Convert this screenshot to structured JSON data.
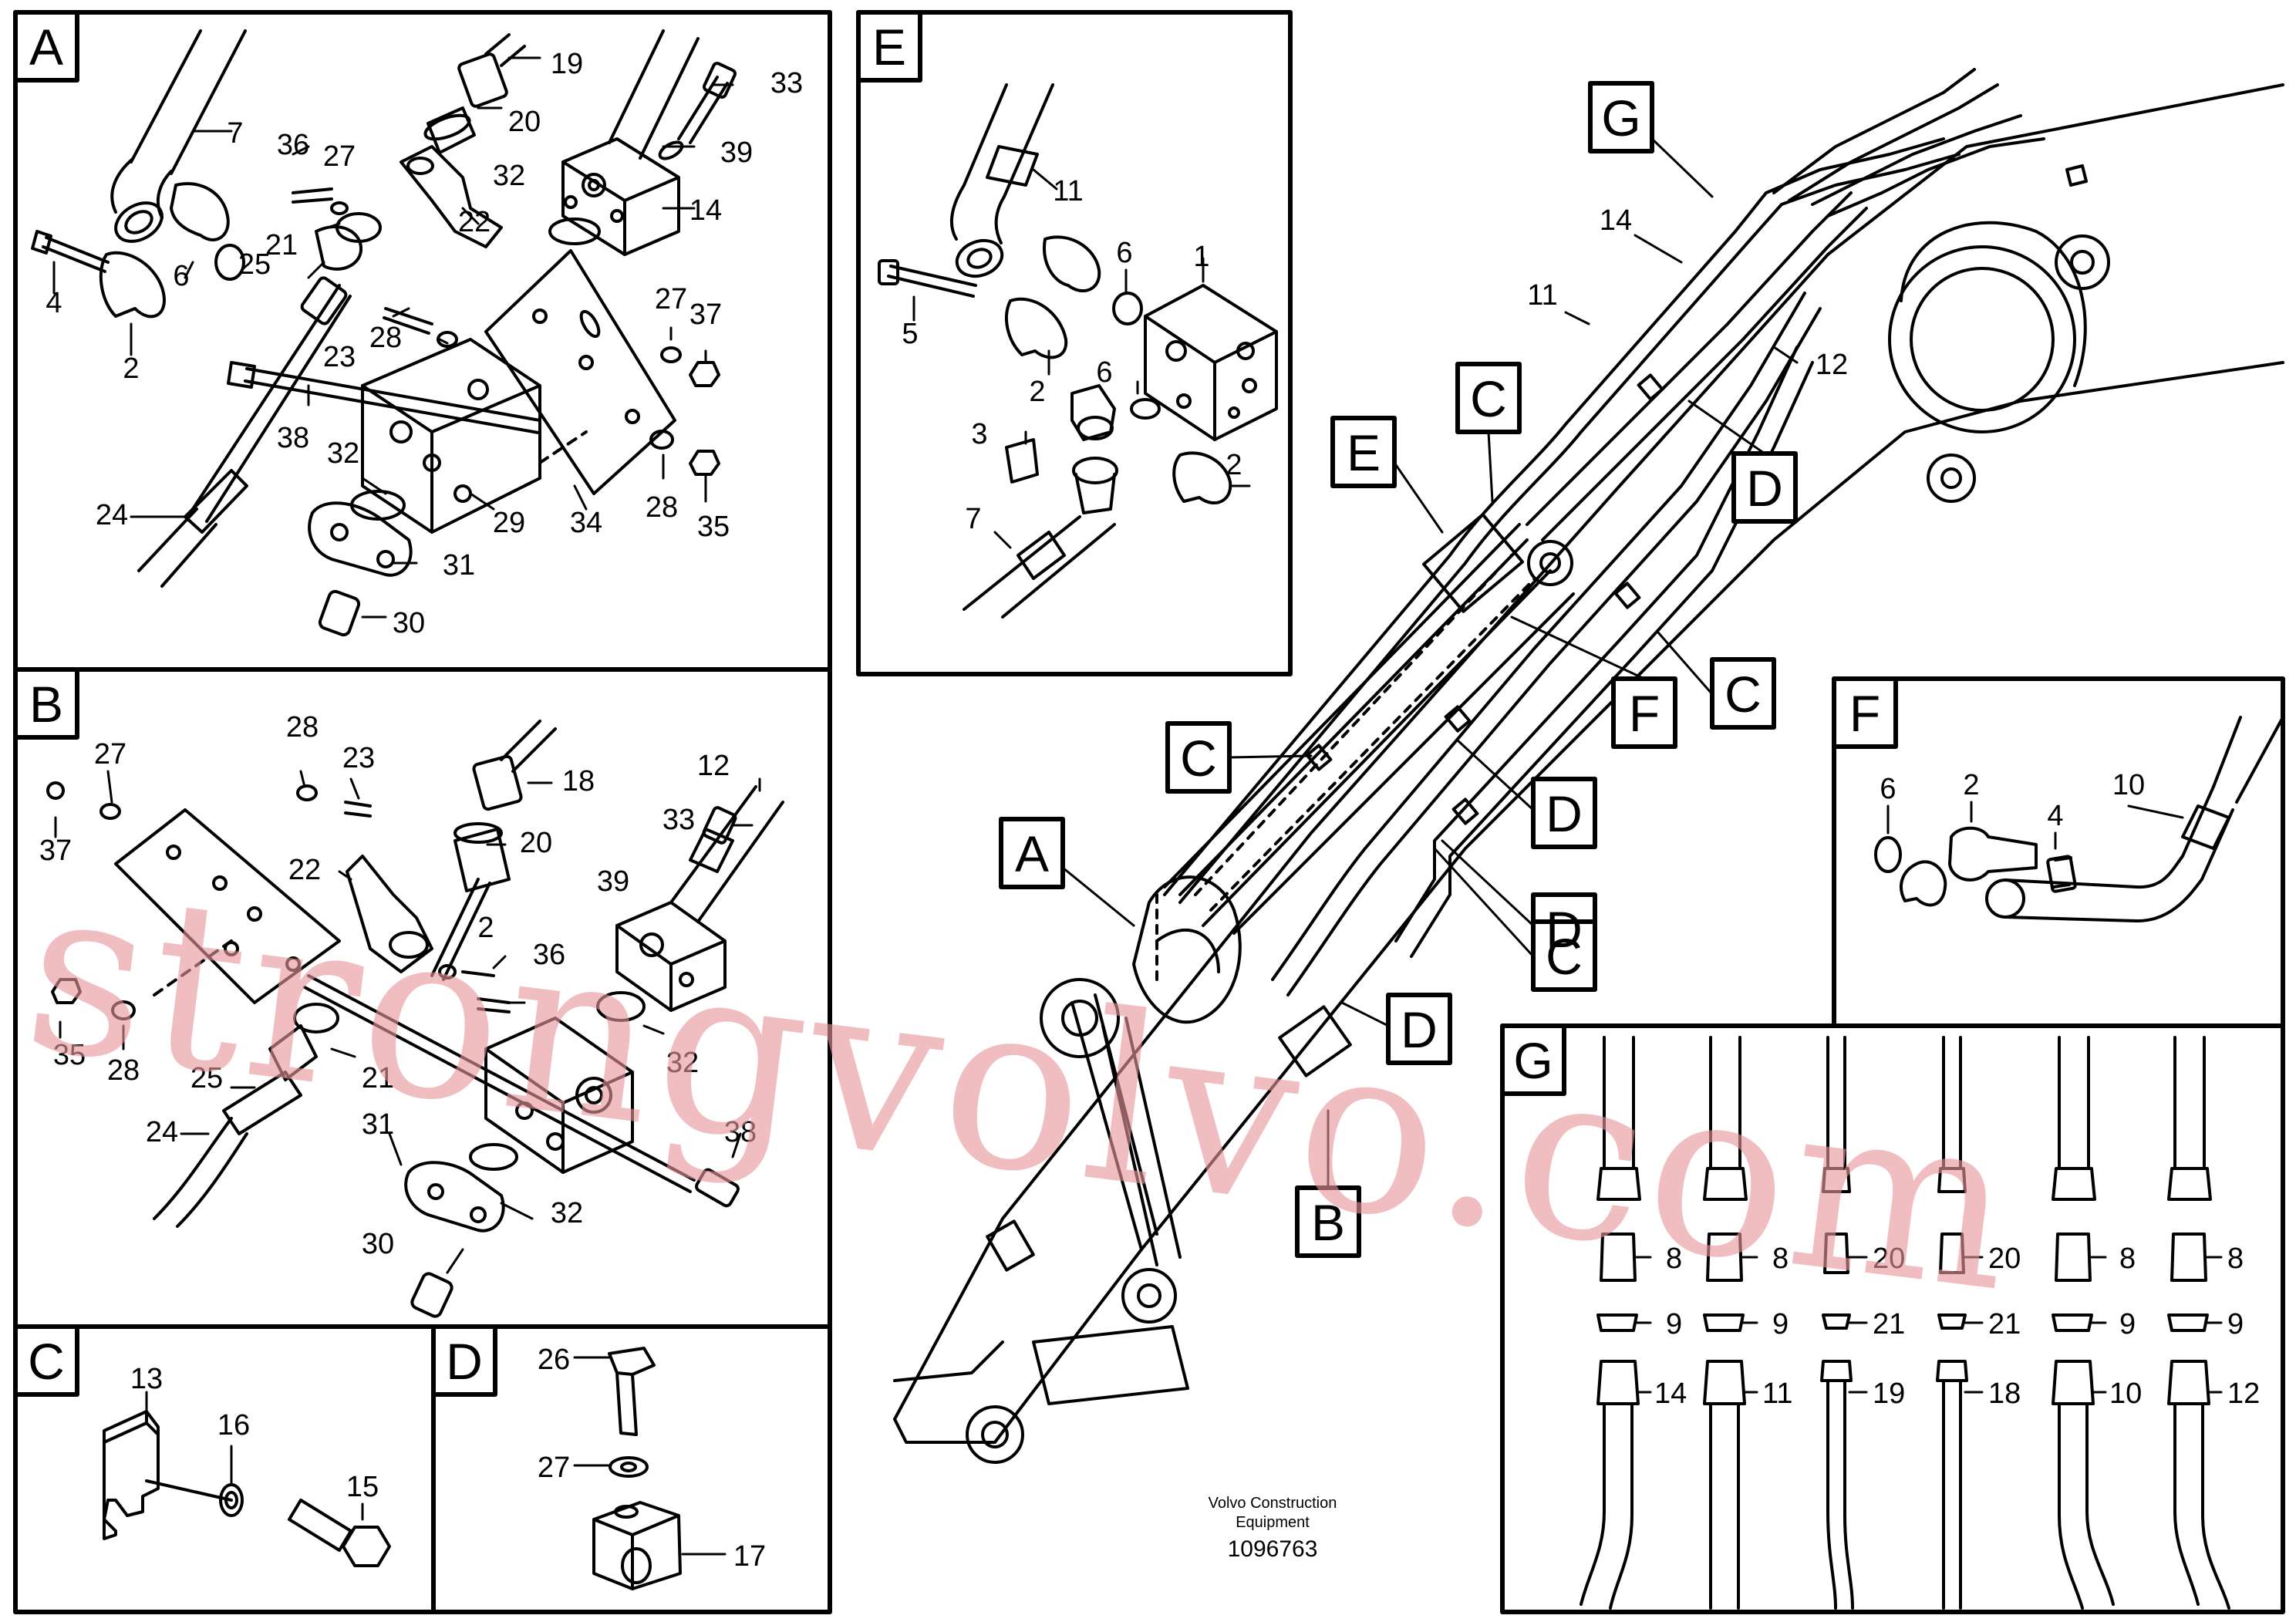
{
  "panels": {
    "A": {
      "letter": "A",
      "callouts": [
        "7",
        "19",
        "20",
        "33",
        "36",
        "27",
        "39",
        "32",
        "14",
        "21",
        "22",
        "4",
        "6",
        "25",
        "23",
        "28",
        "27",
        "37",
        "2",
        "38",
        "32",
        "34",
        "28",
        "35",
        "24",
        "29",
        "31",
        "30"
      ]
    },
    "B": {
      "letter": "B",
      "callouts": [
        "28",
        "27",
        "23",
        "18",
        "12",
        "37",
        "20",
        "33",
        "22",
        "39",
        "2",
        "36",
        "35",
        "28",
        "32",
        "25",
        "21",
        "24",
        "38",
        "31",
        "32",
        "30"
      ]
    },
    "C": {
      "letter": "C",
      "callouts": [
        "13",
        "16",
        "15"
      ]
    },
    "D": {
      "letter": "D",
      "callouts": [
        "26",
        "27",
        "17"
      ]
    },
    "E": {
      "letter": "E",
      "callouts": [
        "11",
        "6",
        "1",
        "5",
        "6",
        "2",
        "3",
        "2",
        "7"
      ]
    },
    "F": {
      "letter": "F",
      "callouts": [
        "6",
        "2",
        "4",
        "10"
      ]
    },
    "G": {
      "letter": "G",
      "callouts": [
        "8",
        "8",
        "20",
        "20",
        "8",
        "8",
        "9",
        "9",
        "21",
        "21",
        "9",
        "9",
        "14",
        "11",
        "19",
        "18",
        "10",
        "12"
      ]
    }
  },
  "overview": {
    "labels": [
      "G",
      "C",
      "E",
      "D",
      "C",
      "F",
      "C",
      "D",
      "A",
      "D",
      "C",
      "B",
      "D"
    ],
    "callouts": [
      "14",
      "11",
      "12"
    ]
  },
  "footer": {
    "company_line1": "Volvo Construction",
    "company_line2": "Equipment",
    "drawing_number": "1096763"
  },
  "watermark": "strongvolvo.com",
  "colors": {
    "line": "#000000",
    "watermark": "#e7969b",
    "background": "#ffffff"
  }
}
